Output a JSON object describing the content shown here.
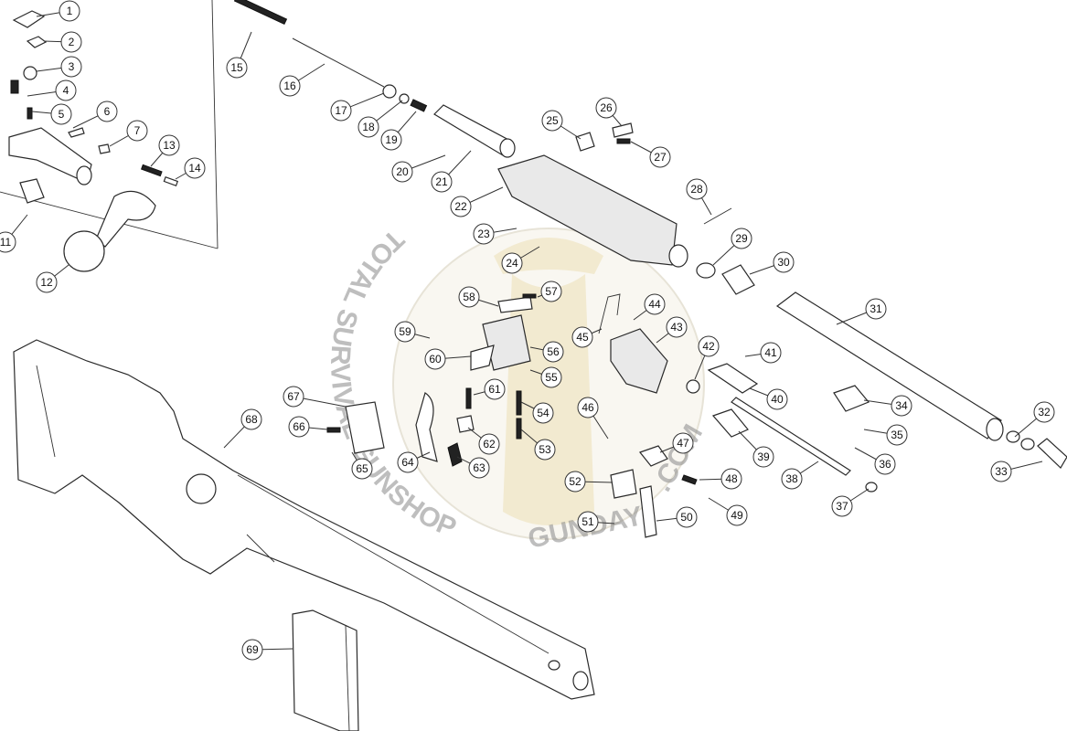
{
  "watermark": {
    "arc_text": "TOTAL SURVIVAL GUNSHOP",
    "brand_text": "GUNDAY",
    "suffix_text": ".COM"
  },
  "callouts": [
    "1",
    "2",
    "3",
    "4",
    "5",
    "6",
    "7",
    "11",
    "12",
    "13",
    "14",
    "15",
    "16",
    "17",
    "18",
    "19",
    "20",
    "21",
    "22",
    "23",
    "24",
    "25",
    "26",
    "27",
    "28",
    "29",
    "30",
    "31",
    "32",
    "33",
    "34",
    "35",
    "36",
    "37",
    "38",
    "39",
    "40",
    "41",
    "42",
    "43",
    "44",
    "45",
    "46",
    "47",
    "48",
    "49",
    "50",
    "51",
    "52",
    "53",
    "54",
    "55",
    "56",
    "57",
    "58",
    "59",
    "60",
    "61",
    "62",
    "63",
    "64",
    "65",
    "66",
    "67",
    "68",
    "69"
  ]
}
